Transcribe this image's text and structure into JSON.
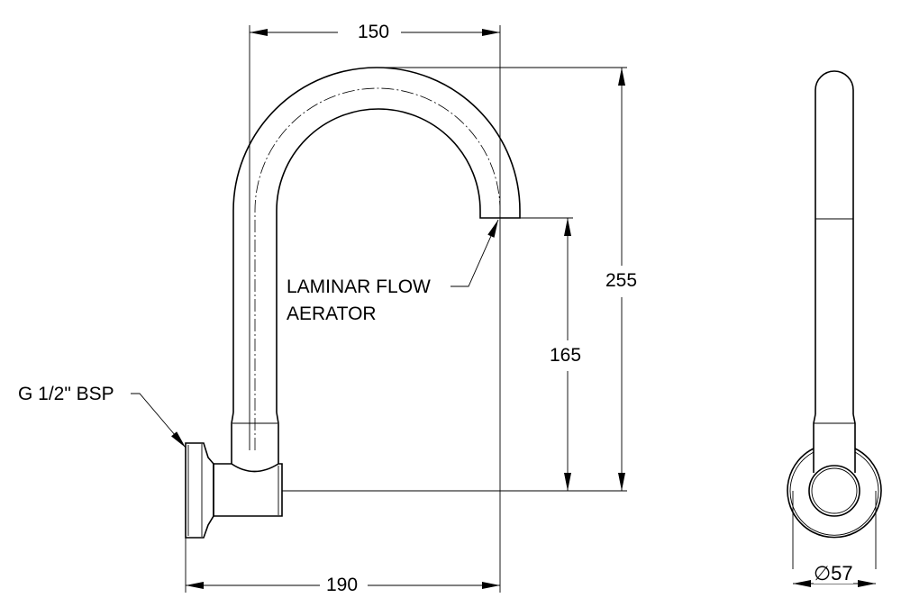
{
  "dimensions": {
    "top_width": "150",
    "bottom_width": "190",
    "total_height": "255",
    "spout_height": "165",
    "diameter_symbol": "∅",
    "diameter": "57"
  },
  "callouts": {
    "aerator_line1": "LAMINAR FLOW",
    "aerator_line2": "AERATOR",
    "thread": "G 1/2\" BSP"
  }
}
